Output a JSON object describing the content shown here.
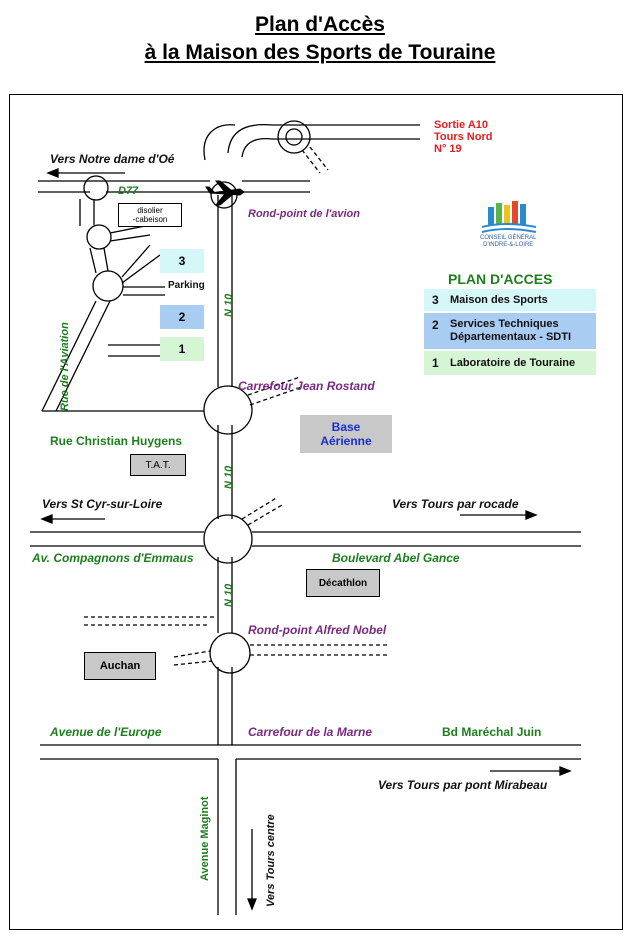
{
  "title": {
    "line1": "Plan d'Accès",
    "line2": "à la Maison des Sports de Touraine"
  },
  "exit": {
    "line1": "Sortie A10",
    "line2": "Tours Nord",
    "line3": "N° 19"
  },
  "road_labels": {
    "vers_notre_dame": "Vers Notre dame d'Oé",
    "d77": "D77",
    "rond_point_avion": "Rond-point de l'avion",
    "n10_1": "N 10",
    "n10_2": "N 10",
    "n10_3": "N 10",
    "rue_aviation": "Rue de l'Aviation",
    "carrefour_rostand": "Carrefour Jean Rostand",
    "rue_huygens": "Rue Christian Huygens",
    "vers_st_cyr": "Vers St Cyr-sur-Loire",
    "vers_tours_rocade": "Vers Tours par rocade",
    "av_compagnons": "Av. Compagnons d'Emmaus",
    "bd_abel_gance": "Boulevard Abel Gance",
    "rond_point_nobel": "Rond-point Alfred Nobel",
    "avenue_europe": "Avenue de l'Europe",
    "carrefour_marne": "Carrefour de la Marne",
    "bd_marechal_juin": "Bd Maréchal Juin",
    "vers_tours_mirabeau": "Vers Tours par pont Mirabeau",
    "avenue_maginot": "Avenue Maginot",
    "vers_tours_centre": "Vers Tours centre"
  },
  "places": {
    "disolier": "disolier\n-cabeison",
    "parking": "Parking",
    "marker_3": "3",
    "marker_2": "2",
    "marker_1": "1",
    "base_aerienne_1": "Base",
    "base_aerienne_2": "Aérienne",
    "tat": "T.A.T.",
    "decathlon": "Décathlon",
    "auchan": "Auchan"
  },
  "logo": {
    "text": "CONSEIL GÉNÉRAL\nD'INDRE-&-LOIRE"
  },
  "legend": {
    "title": "PLAN D'ACCES",
    "items": [
      {
        "num": "3",
        "text": "Maison des Sports",
        "color": "#d6f7f7"
      },
      {
        "num": "2",
        "text": "Services Techniques\nDépartementaux - SDTI",
        "color": "#a9cdf2"
      },
      {
        "num": "1",
        "text": "Laboratoire de Touraine",
        "color": "#d5f5d5"
      }
    ]
  },
  "colors": {
    "purple": "#7a2a80",
    "green": "#1e7e1e",
    "red": "#e02020",
    "blue_text": "#1a2fd0",
    "gray_box": "#c8c8c8"
  }
}
